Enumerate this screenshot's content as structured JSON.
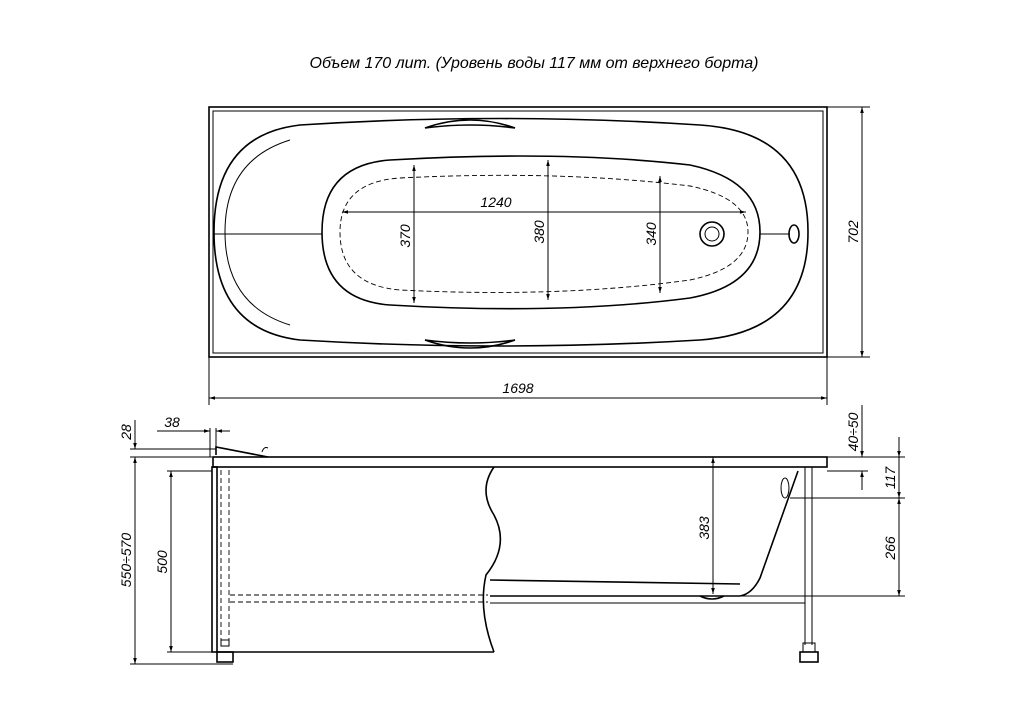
{
  "title": "Объем 170 лит. (Уровень воды 117 мм от верхнего борта)",
  "top_view": {
    "length": "1698",
    "width": "702",
    "inner_length": "1240",
    "inner_width_left": "370",
    "inner_width_mid": "380",
    "inner_width_right": "340"
  },
  "side_view": {
    "rim_thickness": "28",
    "rim_overhang": "38",
    "total_height": "550÷570",
    "panel_height": "500",
    "depth": "383",
    "leg_adjust": "40÷50",
    "water_level": "117",
    "overflow_to_bottom": "266"
  }
}
